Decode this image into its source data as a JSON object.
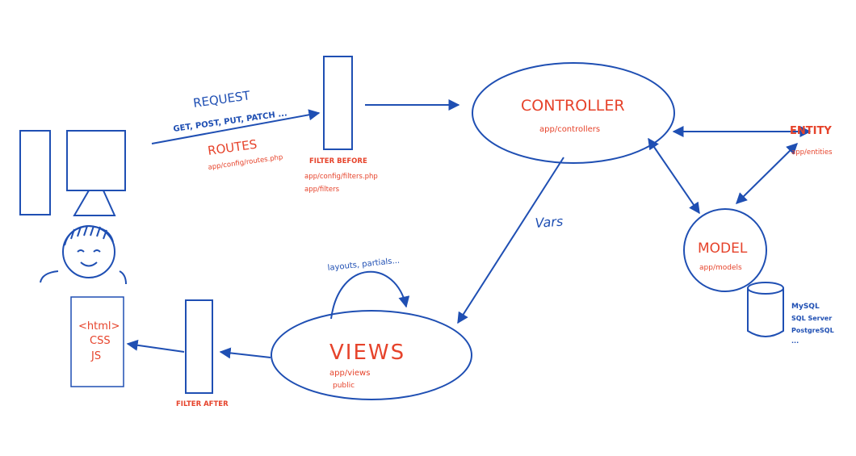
{
  "colors": {
    "ink_blue": "#1f4fb3",
    "ink_red": "#e6432b"
  },
  "request": {
    "title": "REQUEST",
    "methods": "GET, POST, PUT, PATCH ..."
  },
  "routes": {
    "title": "ROUTES",
    "path": "app/config/routes.php"
  },
  "filter_before": {
    "title": "FILTER BEFORE",
    "path1": "app/config/filters.php",
    "path2": "app/filters"
  },
  "controller": {
    "title": "CONTROLLER",
    "path": "app/controllers"
  },
  "entity": {
    "title": "ENTITY",
    "path": "app/entities"
  },
  "model": {
    "title": "MODEL",
    "path": "app/models"
  },
  "database": {
    "items": [
      "MySQL",
      "SQL Server",
      "PostgreSQL",
      "..."
    ]
  },
  "vars_label": "Vars",
  "views": {
    "title": "VIEWS",
    "path1": "app/views",
    "path2": "public",
    "loop_label": "layouts, partials..."
  },
  "filter_after": {
    "title": "FILTER AFTER"
  },
  "output": {
    "line1": "<html>",
    "line2": "CSS",
    "line3": "JS"
  }
}
